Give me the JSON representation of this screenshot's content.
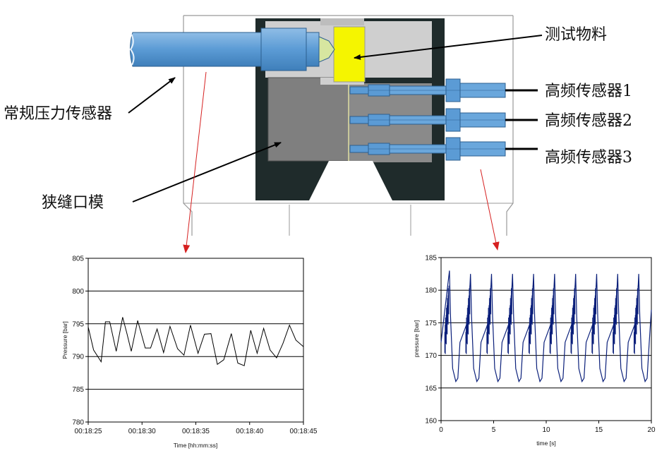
{
  "diagram": {
    "labels": {
      "test_material": "测试物料",
      "hf_sensor_1": "高频传感器1",
      "hf_sensor_2": "高频传感器2",
      "hf_sensor_3": "高频传感器3",
      "conventional_sensor": "常规压力传感器",
      "slit_die": "狭缝口模"
    },
    "colors": {
      "material": "#f5f500",
      "sensor_blue": "#5b9bd5",
      "die_gray": "#7f7f7f",
      "housing_dark": "#1f2b2b",
      "arrow_red": "#d62020"
    }
  },
  "chart_data": [
    {
      "type": "line",
      "x_tick_labels": [
        "00:18:25",
        "00:18:30",
        "00:18:35",
        "00:18:40",
        "00:18:45"
      ],
      "x_range_seconds_after_first_tick": [
        0,
        20
      ],
      "xlabel": "Time [hh:mm:ss]",
      "ylabel": "Pressure [bar]",
      "ylim": [
        780,
        805
      ],
      "y_ticks": [
        780,
        785,
        790,
        795,
        800,
        805
      ],
      "grid": true,
      "series": [
        {
          "color": "#000000",
          "x": [
            0,
            0.5,
            1.2,
            1.6,
            2.0,
            2.6,
            3.2,
            3.6,
            4.0,
            4.6,
            5.3,
            5.8,
            6.4,
            7.0,
            7.6,
            8.3,
            8.9,
            9.5,
            10.2,
            10.8,
            11.4,
            12.0,
            12.6,
            13.3,
            13.9,
            14.5,
            15.1,
            15.7,
            16.3,
            16.9,
            17.5,
            18.1,
            18.7,
            19.3,
            20.0
          ],
          "values": [
            794.5,
            791,
            789.2,
            795.3,
            795.3,
            790.8,
            796.0,
            793.5,
            790.8,
            795.5,
            791.3,
            791.3,
            794.2,
            790.6,
            794.6,
            791.2,
            790.2,
            794.8,
            790.5,
            793.4,
            793.5,
            788.8,
            789.5,
            793.5,
            789.0,
            788.6,
            794.0,
            790.5,
            794.3,
            791.0,
            789.8,
            792.0,
            794.8,
            792.5,
            791.5
          ]
        }
      ]
    },
    {
      "type": "line",
      "xlabel": "time [s]",
      "ylabel": "pressure [bar]",
      "xlim": [
        0,
        20
      ],
      "x_ticks": [
        0,
        5,
        10,
        15,
        20
      ],
      "ylim": [
        160,
        185
      ],
      "y_ticks": [
        160,
        165,
        170,
        175,
        180,
        185
      ],
      "grid": true,
      "period_s": 2.0,
      "peak_times_s": [
        0.8,
        2.8,
        4.8,
        6.8,
        8.8,
        10.8,
        12.8,
        14.8,
        16.8,
        18.8
      ],
      "series": [
        {
          "color": "#0a1f7a",
          "x": [
            0,
            0.8,
            0.9,
            1.1,
            1.4,
            1.6,
            1.8,
            2.6,
            2.8,
            2.9,
            3.1,
            3.4,
            3.6,
            3.8,
            4.6,
            4.8,
            4.9,
            5.1,
            5.4,
            5.6,
            5.8,
            6.6,
            6.8,
            6.9,
            7.1,
            7.4,
            7.6,
            7.8,
            8.6,
            8.8,
            8.9,
            9.1,
            9.4,
            9.6,
            9.8,
            10.6,
            10.8,
            10.9,
            11.1,
            11.4,
            11.6,
            11.8,
            12.6,
            12.8,
            12.9,
            13.1,
            13.4,
            13.6,
            13.8,
            14.6,
            14.8,
            14.9,
            15.1,
            15.4,
            15.6,
            15.8,
            16.6,
            16.8,
            16.9,
            17.1,
            17.4,
            17.6,
            17.8,
            18.6,
            18.8,
            18.9,
            19.1,
            19.4,
            19.6,
            19.8,
            20.0
          ],
          "values": [
            172,
            183,
            176,
            168,
            166,
            166.5,
            172,
            175.5,
            182.5,
            176,
            168,
            166,
            166.5,
            172,
            175.5,
            182.5,
            176,
            168,
            166,
            166.5,
            172,
            175.5,
            182.5,
            176,
            168,
            166,
            166.5,
            172,
            175.5,
            182.5,
            176,
            168,
            166,
            166.5,
            172,
            175.5,
            182.5,
            176,
            168,
            166,
            166.5,
            172,
            175.5,
            182.5,
            176,
            168,
            166,
            166.5,
            172,
            175.5,
            182.5,
            176,
            168,
            166,
            166.5,
            172,
            175.5,
            182.5,
            176,
            168,
            166,
            166.5,
            172,
            175.5,
            182.5,
            176,
            168,
            166,
            166.5,
            172,
            177
          ]
        }
      ]
    }
  ]
}
